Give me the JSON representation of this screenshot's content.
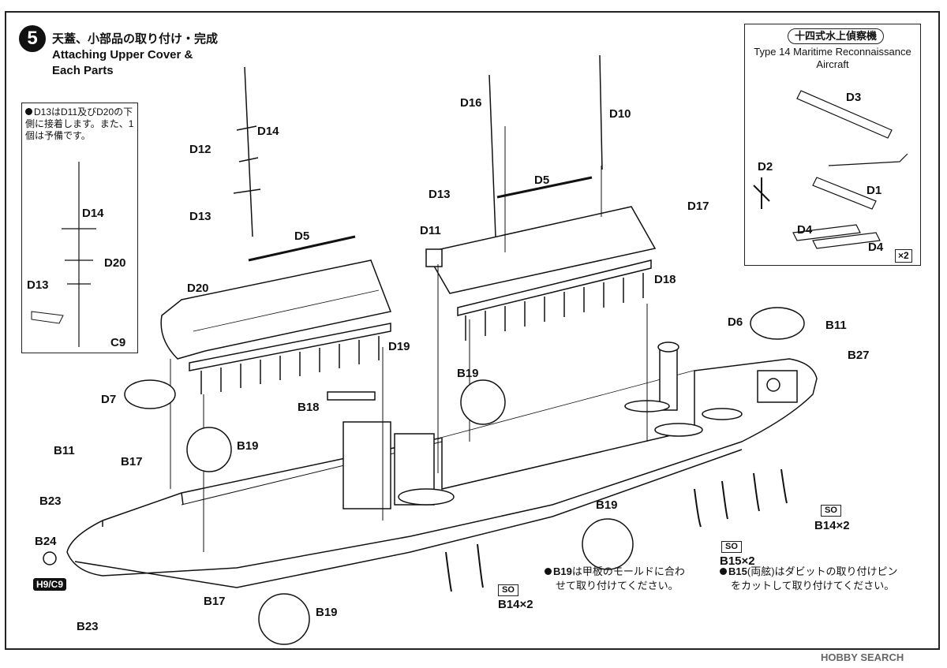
{
  "step": {
    "number": "5",
    "title_jp": "天蓋、小部品の取り付け・完成",
    "title_en": "Attaching Upper Cover & Each Parts"
  },
  "inset_left": {
    "note_jp": "D13はD11及びD20の下側に接着します。また、1個は予備です。",
    "labels": {
      "d14": "D14",
      "d20": "D20",
      "d13": "D13",
      "c9": "C9"
    }
  },
  "inset_right": {
    "title_jp": "十四式水上偵察機",
    "title_en": "Type 14 Maritime Reconnaissance Aircraft",
    "labels": {
      "d3": "D3",
      "d2": "D2",
      "d1": "D1",
      "d4a": "D4",
      "d4b": "D4"
    },
    "multiplier": "×2"
  },
  "parts": {
    "d14": "D14",
    "d12": "D12",
    "d13": "D13",
    "d5a": "D5",
    "d20": "D20",
    "d19a": "D19",
    "d7": "D7",
    "b18": "B18",
    "b19a": "B19",
    "b11a": "B11",
    "b17a": "B17",
    "b23a": "B23",
    "b24": "B24",
    "b23b": "B23",
    "b17b": "B17",
    "b19b": "B19",
    "b19c": "B19",
    "b19d": "B19",
    "d16": "D16",
    "d10": "D10",
    "d5b": "D5",
    "d13b": "D13",
    "d11": "D11",
    "d17": "D17",
    "d18": "D18",
    "d6": "D6",
    "b11b": "B11",
    "b27": "B27",
    "b14a": "B14×2",
    "b14b": "B14×2",
    "b15": "B15×2",
    "hc": "H9/C9"
  },
  "so": "SO",
  "notes": {
    "b19_code": "B19",
    "b19_text_1": "は甲板のモールドに合わ",
    "b19_text_2": "せて取り付けてください。",
    "b15_code": "B15",
    "b15_text_1": "(両舷)はダビットの取り付けピン",
    "b15_text_2": "をカットして取り付けてください。"
  },
  "watermark": "HOBBY SEARCH"
}
